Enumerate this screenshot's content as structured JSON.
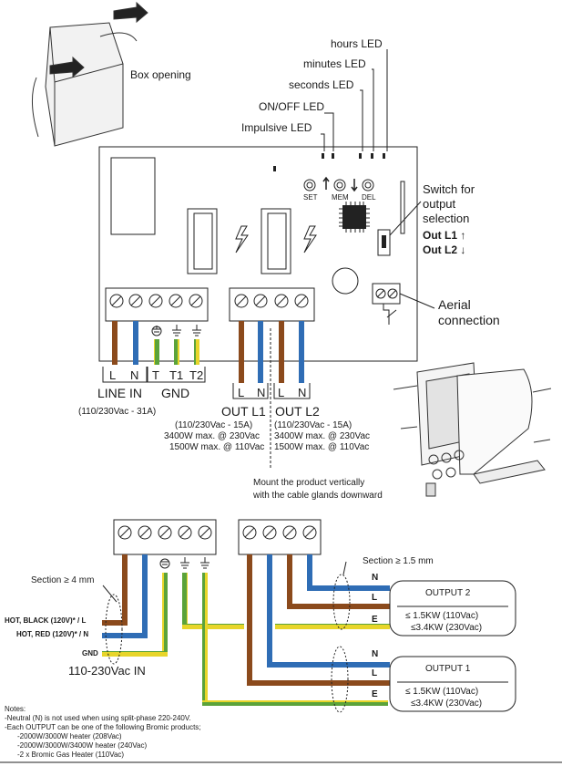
{
  "top": {
    "box_opening": "Box opening",
    "leds": {
      "hours": "hours LED",
      "minutes": "minutes LED",
      "seconds": "seconds LED",
      "onoff": "ON/OFF LED",
      "impulsive": "Impulsive LED"
    },
    "buttons": {
      "set": "SET",
      "mem": "MEM",
      "del": "DEL"
    },
    "switch": {
      "line1": "Switch for",
      "line2": "output",
      "line3": "selection",
      "out1": "Out L1 ↑",
      "out2": "Out L2 ↓"
    },
    "aerial": {
      "line1": "Aerial",
      "line2": "connection"
    },
    "terminals": {
      "l": "L",
      "n": "N",
      "t": "T",
      "t1": "T1",
      "t2": "T2",
      "line_in": "LINE IN",
      "gnd": "GND",
      "out_l1": "OUT L1",
      "out_l2": "OUT L2"
    },
    "specs": {
      "line_in": "(110/230Vac - 31A)",
      "out1_a": "(110/230Vac - 15A)",
      "out1_b": "3400W max. @ 230Vac",
      "out1_c": "1500W max. @ 110Vac",
      "out2_a": "(110/230Vac - 15A)",
      "out2_b": "3400W max. @ 230Vac",
      "out2_c": "1500W max. @ 110Vac"
    },
    "mount": {
      "line1": "Mount the product vertically",
      "line2": "with the cable glands downward"
    }
  },
  "bottom": {
    "section_4": "Section ≥ 4 mm",
    "section_15": "Section ≥ 1.5 mm",
    "hot_black": "HOT, BLACK (120V)* / L",
    "hot_red": "HOT, RED (120V)* / N",
    "gnd": "GND",
    "vac_in": "110-230Vac IN",
    "wire_labels": {
      "n": "N",
      "l": "L",
      "e": "E"
    },
    "output2": {
      "title": "OUTPUT 2",
      "spec1": "≤ 1.5KW (110Vac)",
      "spec2": "≤3.4KW (230Vac)"
    },
    "output1": {
      "title": "OUTPUT 1",
      "spec1": "≤ 1.5KW (110Vac)",
      "spec2": "≤3.4KW (230Vac)"
    }
  },
  "notes": [
    "Notes:",
    "-Neutral (N) is not used when using split-phase 220-240V.",
    "-Each OUTPUT can be one of the following Bromic products;",
    "  -2000W/3000W heater (208Vac)",
    "  -2000W/3000W/3400W heater (240Vac)",
    "  -2 x Bromic Gas Heater (110Vac)"
  ],
  "colors": {
    "brown": "#8B4A1C",
    "blue": "#2F6DB5",
    "green": "#5BA33A",
    "yellow": "#E8D52A",
    "line": "#222222"
  }
}
